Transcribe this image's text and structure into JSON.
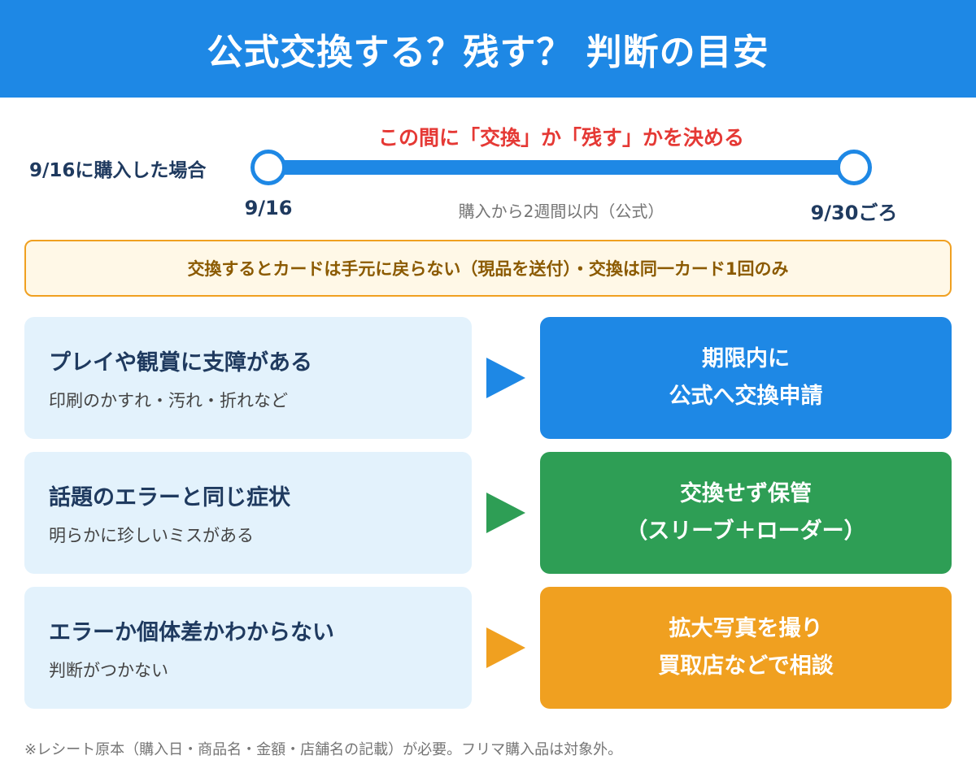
{
  "header": {
    "title": "公式交換する？残す？ 判断の目安"
  },
  "timeline": {
    "caption": "この間に「交換」か「残す」かを決める",
    "purchase_label": "9/16に購入した場合",
    "start_date": "9/16",
    "period_note": "購入から2週間以内（公式）",
    "end_date": "9/30ごろ"
  },
  "notice": {
    "text": "交換するとカードは手元に戻らない（現品を送付）・交換は同一カード1回のみ",
    "accent_color": "#F0A020"
  },
  "rows": [
    {
      "condition_title": "プレイや観賞に支障がある",
      "condition_sub": "印刷のかすれ・汚れ・折れなど",
      "action_line1": "期限内に",
      "action_line2": "公式へ交換申請",
      "color": "#1E88E5"
    },
    {
      "condition_title": "話題のエラーと同じ症状",
      "condition_sub": "明らかに珍しいミスがある",
      "action_line1": "交換せず保管",
      "action_line2": "（スリーブ＋ローダー）",
      "color": "#2E9E55"
    },
    {
      "condition_title": "エラーか個体差かわからない",
      "condition_sub": "判断がつかない",
      "action_line1": "拡大写真を撮り",
      "action_line2": "買取店などで相談",
      "color": "#F0A020"
    }
  ],
  "footnote": "※レシート原本（購入日・商品名・金額・店舗名の記載）が必要。フリマ購入品は対象外。",
  "colors": {
    "brand_blue": "#1E88E5",
    "caption_red": "#E53935",
    "navy_text": "#1F3A5F"
  }
}
